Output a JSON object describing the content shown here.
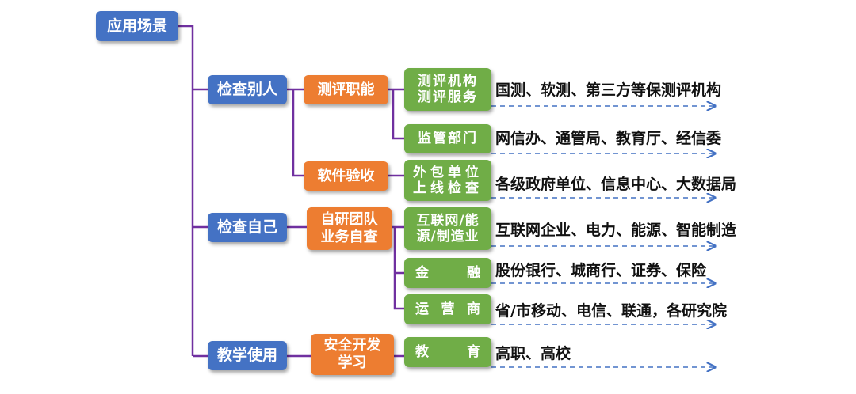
{
  "root": "应用场景",
  "level1": [
    {
      "label": "检查别人"
    },
    {
      "label": "检查自己"
    },
    {
      "label": "教学使用"
    }
  ],
  "level2": [
    {
      "label": "测评职能"
    },
    {
      "label": "软件验收"
    },
    {
      "line1": "自研团队",
      "line2": "业务自查"
    },
    {
      "line1": "安全开发",
      "line2": "学习"
    }
  ],
  "level3": [
    {
      "line1": "测评机构",
      "line2": "测评服务",
      "desc": "国测、软测、第三方等保测评机构"
    },
    {
      "label": "监管部门",
      "desc": "网信办、通管局、教育厅、经信委"
    },
    {
      "line1": "外包单位",
      "line2": "上线检查",
      "desc": "各级政府单位、信息中心、大数据局"
    },
    {
      "line1": "互联网/能",
      "line2": "源/制造业",
      "desc": "互联网企业、电力、能源、智能制造"
    },
    {
      "left": "金",
      "right": "融",
      "desc": "股份银行、城商行、证券、保险"
    },
    {
      "chars": [
        "运",
        "营",
        "商"
      ],
      "desc": "省/市移动、电信、联通，各研究院"
    },
    {
      "left": "教",
      "right": "育",
      "desc": "高职、高校"
    }
  ],
  "colors": {
    "connector": "#7030A0",
    "arrow": "#4472C4",
    "level1": "#4472C4",
    "level2": "#ED7D31",
    "level3": "#70AD47"
  }
}
